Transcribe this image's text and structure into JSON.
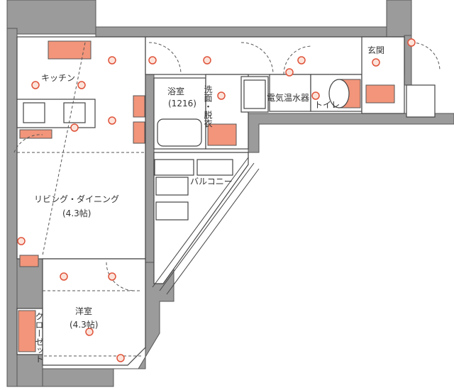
{
  "rooms": {
    "kitchen": "キッチン",
    "living_dining": "リビング・ダイニング",
    "living_dining_size": "(4.3帖)",
    "bath": "浴室",
    "bath_size": "(1216)",
    "washroom": "洗面・脱衣",
    "water_heater": "電気温水器",
    "toilet": "トイレ",
    "entrance": "玄関",
    "balcony": "バルコニー",
    "western_room": "洋室",
    "western_room_size": "(4.3帖)",
    "closet": "クローゼット"
  },
  "colors": {
    "wall": "#9b9b9b",
    "storage": "#f2957a",
    "light": "#e0533a"
  }
}
